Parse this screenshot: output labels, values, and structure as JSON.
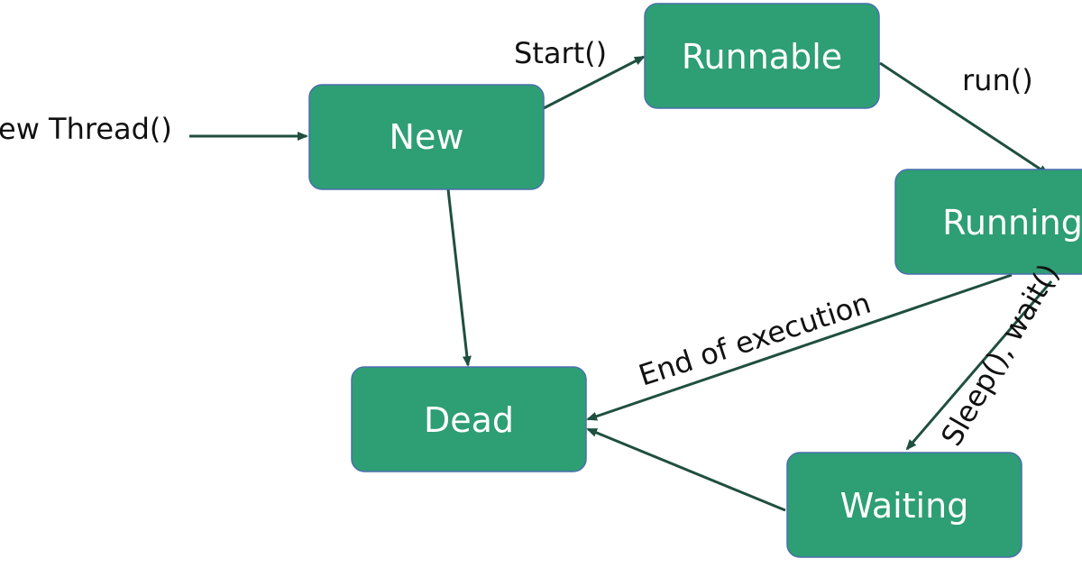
{
  "diagram": {
    "nodes": {
      "new": "New",
      "runnable": "Runnable",
      "running": "Running",
      "dead": "Dead",
      "waiting": "Waiting"
    },
    "edges": {
      "new_thread": "ew Thread()",
      "start": "Start()",
      "run": "run()",
      "end_of_execution": "End of execution",
      "sleep_wait": "Sleep(), wait()"
    },
    "colors": {
      "node_fill": "#2e9e74",
      "node_border": "#4a6fae",
      "arrow": "#1f4f3f"
    }
  }
}
